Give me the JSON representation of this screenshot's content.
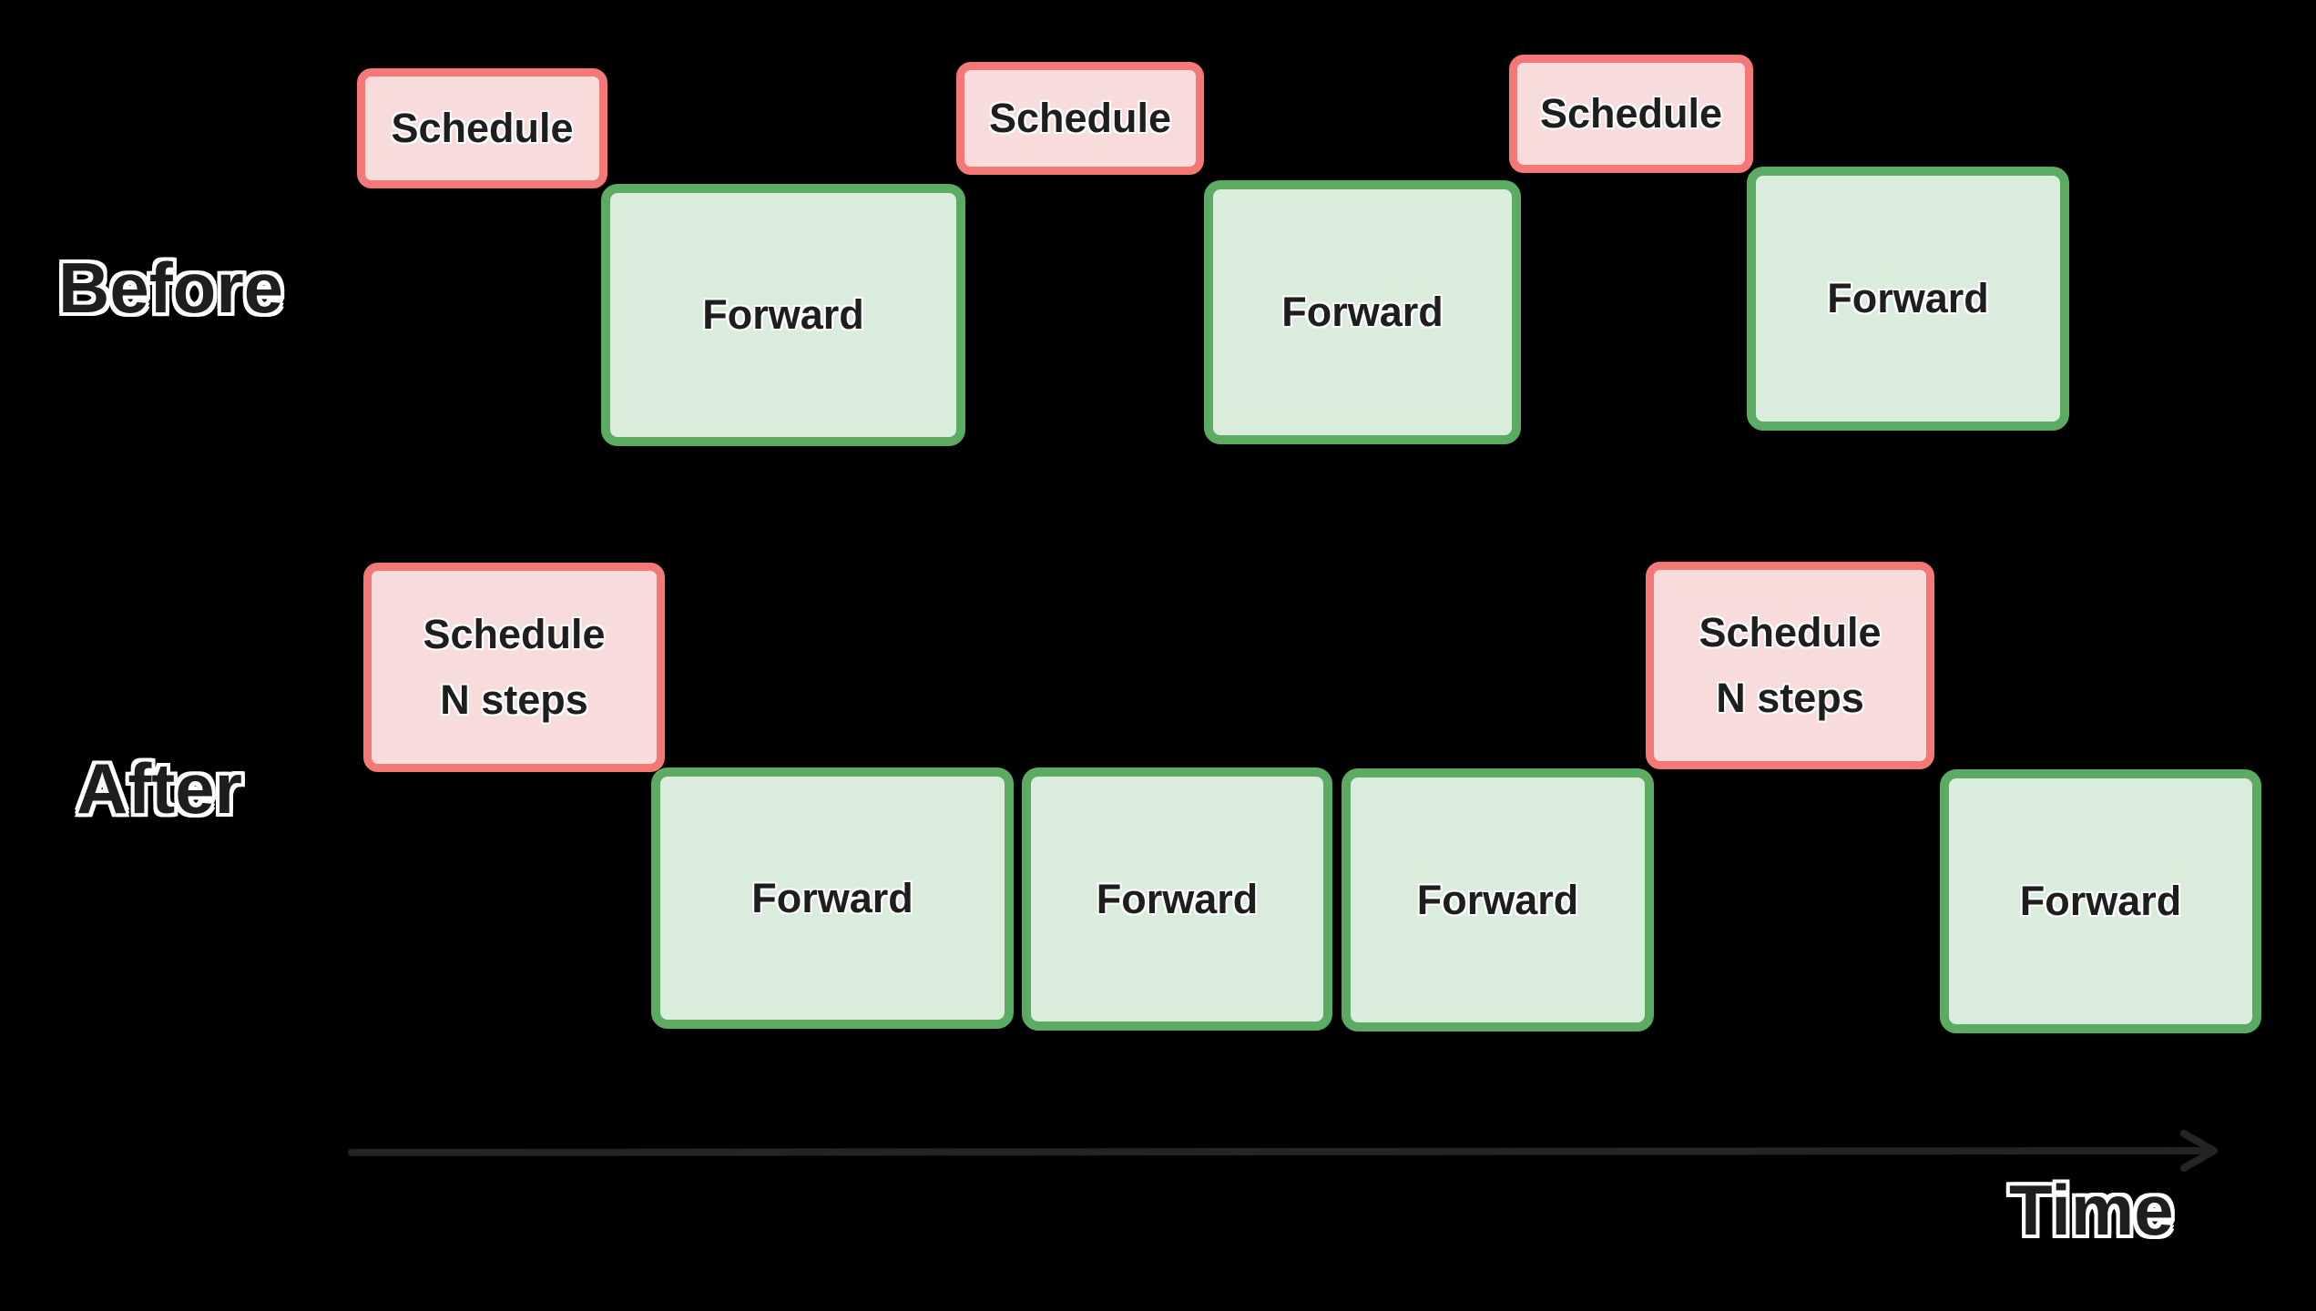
{
  "colors": {
    "background": "#000000",
    "schedule_border": "#F47876",
    "schedule_fill": "#F8DBDB",
    "forward_border": "#5BAC62",
    "forward_fill": "#DAECDB",
    "box_text": "#1E1E1E",
    "label_text": "#1E1E1E",
    "label_outline": "#FFFFFF",
    "arrow": "#242424"
  },
  "rows": {
    "before": {
      "label": "Before",
      "schedules": [
        {
          "label": "Schedule"
        },
        {
          "label": "Schedule"
        },
        {
          "label": "Schedule"
        }
      ],
      "forwards": [
        {
          "label": "Forward"
        },
        {
          "label": "Forward"
        },
        {
          "label": "Forward"
        }
      ]
    },
    "after": {
      "label": "After",
      "schedules": [
        {
          "line1": "Schedule",
          "line2": "N steps"
        },
        {
          "line1": "Schedule",
          "line2": "N steps"
        }
      ],
      "forwards": [
        {
          "label": "Forward"
        },
        {
          "label": "Forward"
        },
        {
          "label": "Forward"
        },
        {
          "label": "Forward"
        }
      ]
    }
  },
  "axis": {
    "label": "Time"
  }
}
